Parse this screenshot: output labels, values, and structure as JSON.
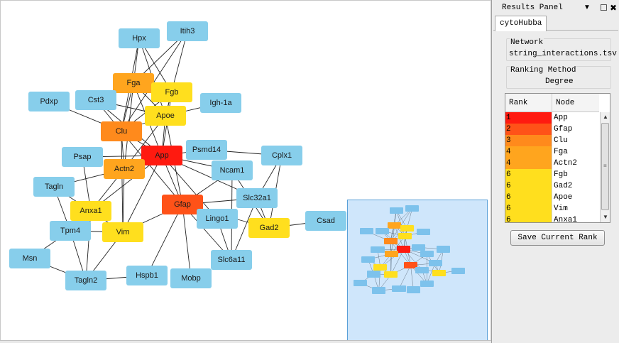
{
  "colors": {
    "default_node": "#87ceeb",
    "rank_1": "#ff1a10",
    "rank_2": "#ff5218",
    "rank_3": "#ff8a1c",
    "rank_4": "#ffa51e",
    "rank_6": "#ffdf1e",
    "edge": "#222222"
  },
  "network": {
    "nodes": [
      {
        "label": "Hpx",
        "color": "#87ceeb"
      },
      {
        "label": "Itih3",
        "color": "#87ceeb"
      },
      {
        "label": "Fga",
        "color": "#ffa51e"
      },
      {
        "label": "Fgb",
        "color": "#ffdf1e"
      },
      {
        "label": "Pdxp",
        "color": "#87ceeb"
      },
      {
        "label": "Cst3",
        "color": "#87ceeb"
      },
      {
        "label": "Apoe",
        "color": "#ffdf1e"
      },
      {
        "label": "Igh-1a",
        "color": "#87ceeb"
      },
      {
        "label": "Clu",
        "color": "#ff8a1c"
      },
      {
        "label": "Psap",
        "color": "#87ceeb"
      },
      {
        "label": "App",
        "color": "#ff1a10"
      },
      {
        "label": "Psmd14",
        "color": "#87ceeb"
      },
      {
        "label": "Cplx1",
        "color": "#87ceeb"
      },
      {
        "label": "Actn2",
        "color": "#ffa51e"
      },
      {
        "label": "Ncam1",
        "color": "#87ceeb"
      },
      {
        "label": "Tagln",
        "color": "#87ceeb"
      },
      {
        "label": "Slc32a1",
        "color": "#87ceeb"
      },
      {
        "label": "Gfap",
        "color": "#ff5218"
      },
      {
        "label": "Anxa1",
        "color": "#ffdf1e"
      },
      {
        "label": "Csad",
        "color": "#87ceeb"
      },
      {
        "label": "Lingo1",
        "color": "#87ceeb"
      },
      {
        "label": "Gad2",
        "color": "#ffdf1e"
      },
      {
        "label": "Tpm4",
        "color": "#87ceeb"
      },
      {
        "label": "Vim",
        "color": "#ffdf1e"
      },
      {
        "label": "Msn",
        "color": "#87ceeb"
      },
      {
        "label": "Slc6a11",
        "color": "#87ceeb"
      },
      {
        "label": "Hspb1",
        "color": "#87ceeb"
      },
      {
        "label": "Tagln2",
        "color": "#87ceeb"
      },
      {
        "label": "Mobp",
        "color": "#87ceeb"
      }
    ],
    "edges": [
      [
        "Hpx",
        "Fgb"
      ],
      [
        "Hpx",
        "Clu"
      ],
      [
        "Hpx",
        "Fga"
      ],
      [
        "Hpx",
        "Apoe"
      ],
      [
        "Itih3",
        "Fga"
      ],
      [
        "Itih3",
        "Apoe"
      ],
      [
        "Itih3",
        "Clu"
      ],
      [
        "Fga",
        "Fgb"
      ],
      [
        "Fga",
        "Clu"
      ],
      [
        "Fga",
        "App"
      ],
      [
        "Fga",
        "Apoe"
      ],
      [
        "Fga",
        "Actn2"
      ],
      [
        "Fgb",
        "Clu"
      ],
      [
        "Fgb",
        "App"
      ],
      [
        "Fgb",
        "Apoe"
      ],
      [
        "Pdxp",
        "Clu"
      ],
      [
        "Cst3",
        "App"
      ],
      [
        "Cst3",
        "Apoe"
      ],
      [
        "Cst3",
        "Clu"
      ],
      [
        "Apoe",
        "Clu"
      ],
      [
        "Apoe",
        "App"
      ],
      [
        "Apoe",
        "Gfap"
      ],
      [
        "Apoe",
        "Actn2"
      ],
      [
        "Igh-1a",
        "Apoe"
      ],
      [
        "Clu",
        "App"
      ],
      [
        "Clu",
        "Actn2"
      ],
      [
        "Clu",
        "Gfap"
      ],
      [
        "Clu",
        "Vim"
      ],
      [
        "Psap",
        "App"
      ],
      [
        "Psap",
        "Anxa1"
      ],
      [
        "App",
        "Psmd14"
      ],
      [
        "App",
        "Actn2"
      ],
      [
        "App",
        "Gfap"
      ],
      [
        "App",
        "Ncam1"
      ],
      [
        "App",
        "Slc32a1"
      ],
      [
        "App",
        "Vim"
      ],
      [
        "App",
        "Anxa1"
      ],
      [
        "App",
        "Lingo1"
      ],
      [
        "Psmd14",
        "Cplx1"
      ],
      [
        "Cplx1",
        "Gad2"
      ],
      [
        "Cplx1",
        "Slc32a1"
      ],
      [
        "Actn2",
        "Anxa1"
      ],
      [
        "Actn2",
        "Vim"
      ],
      [
        "Actn2",
        "Tagln"
      ],
      [
        "Ncam1",
        "Gfap"
      ],
      [
        "Ncam1",
        "Slc6a11"
      ],
      [
        "Ncam1",
        "Gad2"
      ],
      [
        "Tagln",
        "Anxa1"
      ],
      [
        "Tagln",
        "Tpm4"
      ],
      [
        "Slc32a1",
        "Gad2"
      ],
      [
        "Slc32a1",
        "Gfap"
      ],
      [
        "Slc32a1",
        "Slc6a11"
      ],
      [
        "Gfap",
        "Vim"
      ],
      [
        "Gfap",
        "Lingo1"
      ],
      [
        "Gfap",
        "Gad2"
      ],
      [
        "Gfap",
        "Slc6a11"
      ],
      [
        "Gfap",
        "Hspb1"
      ],
      [
        "Gfap",
        "Mobp"
      ],
      [
        "Anxa1",
        "Vim"
      ],
      [
        "Anxa1",
        "Tpm4"
      ],
      [
        "Anxa1",
        "Tagln2"
      ],
      [
        "Csad",
        "Gad2"
      ],
      [
        "Lingo1",
        "Slc6a11"
      ],
      [
        "Tpm4",
        "Vim"
      ],
      [
        "Tpm4",
        "Msn"
      ],
      [
        "Tpm4",
        "Tagln2"
      ],
      [
        "Vim",
        "Tagln2"
      ],
      [
        "Msn",
        "Tagln2"
      ],
      [
        "Hspb1",
        "Tagln2"
      ]
    ]
  },
  "panel": {
    "title": "Results Panel",
    "dropdown_icon": "▼",
    "maximize_icon": "☐",
    "close_icon": "✖",
    "tab_label": "cytoHubba",
    "network_label": "Network",
    "network_value": "string_interactions.tsv",
    "ranking_label": "Ranking Method",
    "ranking_value": "Degree",
    "table": {
      "col_rank": "Rank",
      "col_node": "Node",
      "rows": [
        {
          "rank": "1",
          "node": "App",
          "color": "#ff1a10"
        },
        {
          "rank": "2",
          "node": "Gfap",
          "color": "#ff5218"
        },
        {
          "rank": "3",
          "node": "Clu",
          "color": "#ff8a1c"
        },
        {
          "rank": "4",
          "node": "Fga",
          "color": "#ffa51e"
        },
        {
          "rank": "4",
          "node": "Actn2",
          "color": "#ffa51e"
        },
        {
          "rank": "6",
          "node": "Fgb",
          "color": "#ffdf1e"
        },
        {
          "rank": "6",
          "node": "Gad2",
          "color": "#ffdf1e"
        },
        {
          "rank": "6",
          "node": "Apoe",
          "color": "#ffdf1e"
        },
        {
          "rank": "6",
          "node": "Vim",
          "color": "#ffdf1e"
        },
        {
          "rank": "6",
          "node": "Anxa1",
          "color": "#ffdf1e"
        }
      ]
    },
    "scroll_up_icon": "▲",
    "scroll_down_icon": "▼",
    "scroll_grip": "≡",
    "save_button_label": "Save Current Rank"
  }
}
